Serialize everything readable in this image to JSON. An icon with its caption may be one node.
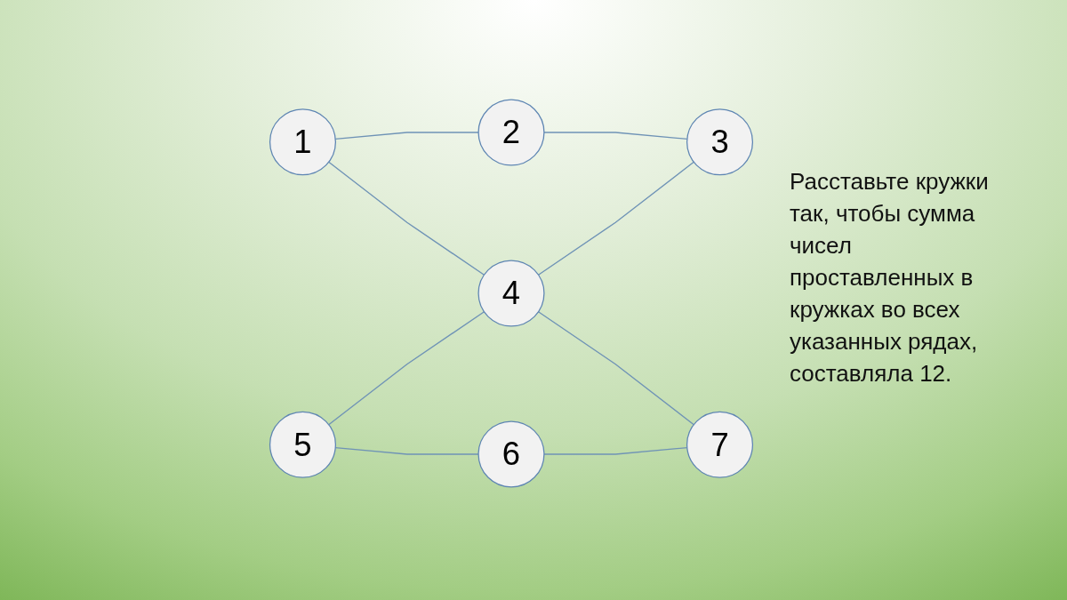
{
  "diagram": {
    "nodes": [
      {
        "text": [
          "1"
        ]
      },
      {
        "text": [
          "2"
        ]
      },
      {
        "text": [
          "3"
        ]
      },
      {
        "text": [
          "4"
        ]
      },
      {
        "text": [
          "5"
        ]
      },
      {
        "text": [
          "6"
        ]
      },
      {
        "text": [
          "7"
        ]
      }
    ],
    "edges": [
      {
        "from": 0,
        "to": 1,
        "arrow": "none"
      },
      {
        "from": 1,
        "to": 2,
        "arrow": "none"
      },
      {
        "from": 0,
        "to": 3,
        "arrow": "none"
      },
      {
        "from": 3,
        "to": 2,
        "arrow": "none"
      },
      {
        "from": 4,
        "to": 3,
        "arrow": "none"
      },
      {
        "from": 3,
        "to": 6,
        "arrow": "none"
      },
      {
        "from": 4,
        "to": 5,
        "arrow": "none"
      },
      {
        "from": 5,
        "to": 6,
        "arrow": "none"
      }
    ],
    "labels": [
      "Расставьте кружки так, чтобы сумма чисел проставленных в кружках во всех указанных рядах, составляла 12."
    ]
  }
}
